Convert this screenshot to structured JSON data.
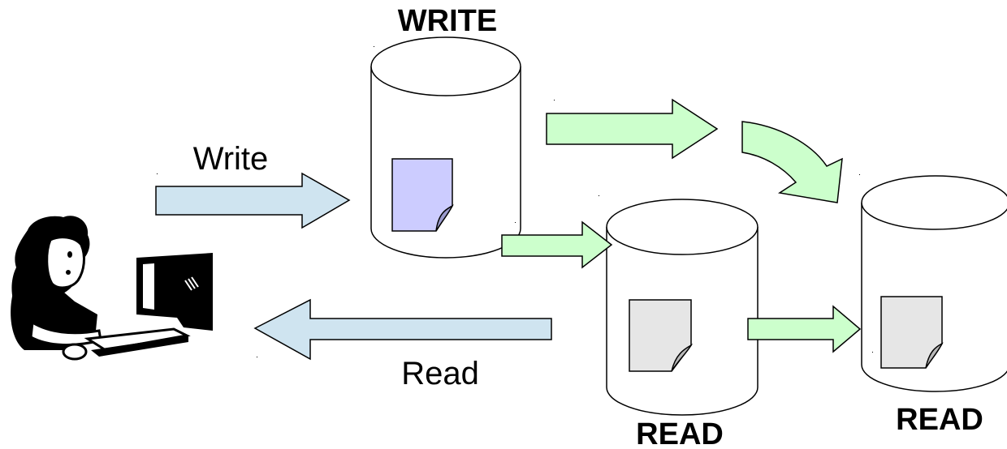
{
  "labels": {
    "write_db": "WRITE",
    "read_db_1": "READ",
    "read_db_2": "READ",
    "write_arrow": "Write",
    "read_arrow": "Read"
  },
  "colors": {
    "client_arrow_fill": "#cfe4f0",
    "replication_arrow_fill": "#ccffcc",
    "write_doc_fill": "#ccccff",
    "read_doc_fill": "#e6e6e6",
    "cylinder_fill": "#ffffff",
    "outline": "#000000"
  },
  "icons": {
    "user": "person-at-computer-icon",
    "database": "database-cylinder-icon",
    "document": "document-icon"
  }
}
